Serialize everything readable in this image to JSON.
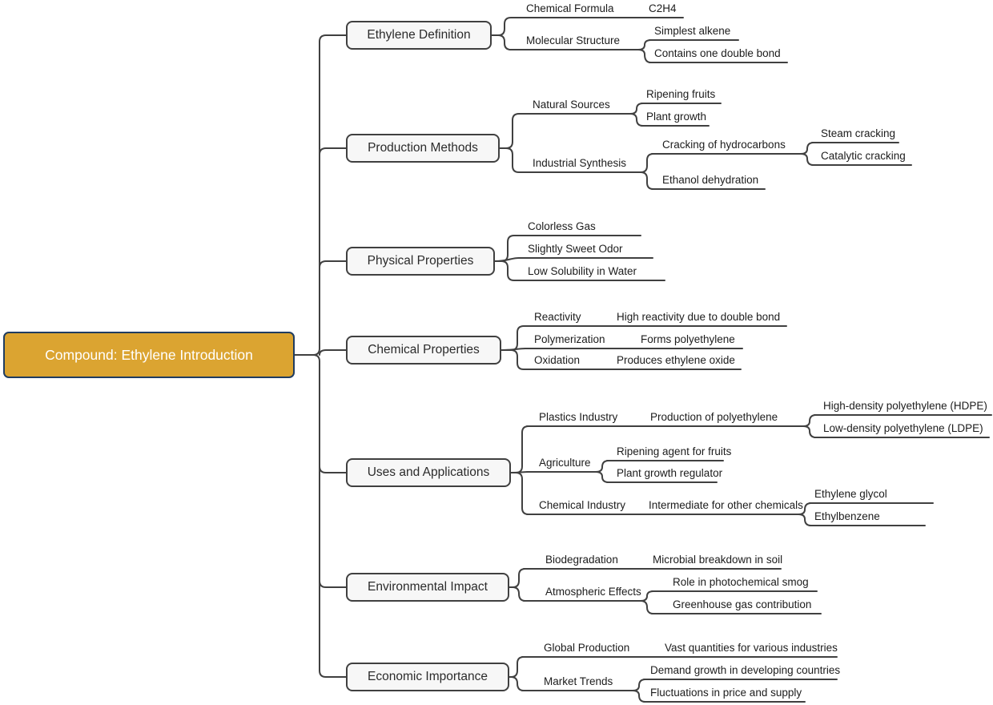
{
  "title": "Compound: Ethylene Introduction mind map",
  "colors": {
    "root_fill": "#dba431",
    "root_border": "#1f3c61",
    "root_text": "#ffffff",
    "topic_fill": "#f7f7f7",
    "topic_border": "#404040",
    "line": "#404040",
    "label_text": "#1c1c1c"
  },
  "root": {
    "label": "Compound: Ethylene Introduction"
  },
  "branches": [
    {
      "label": "Ethylene Definition",
      "children": [
        {
          "label": "Chemical Formula",
          "children": [
            {
              "label": "C2H4"
            }
          ]
        },
        {
          "label": "Molecular Structure",
          "children": [
            {
              "label": "Simplest alkene"
            },
            {
              "label": "Contains one double bond"
            }
          ]
        }
      ]
    },
    {
      "label": "Production Methods",
      "children": [
        {
          "label": "Natural Sources",
          "children": [
            {
              "label": "Ripening fruits"
            },
            {
              "label": "Plant growth"
            }
          ]
        },
        {
          "label": "Industrial Synthesis",
          "children": [
            {
              "label": "Cracking of hydrocarbons",
              "children": [
                {
                  "label": "Steam cracking"
                },
                {
                  "label": "Catalytic cracking"
                }
              ]
            },
            {
              "label": "Ethanol dehydration"
            }
          ]
        }
      ]
    },
    {
      "label": "Physical Properties",
      "children": [
        {
          "label": "Colorless Gas"
        },
        {
          "label": "Slightly Sweet Odor"
        },
        {
          "label": "Low Solubility in Water"
        }
      ]
    },
    {
      "label": "Chemical Properties",
      "children": [
        {
          "label": "Reactivity",
          "children": [
            {
              "label": "High reactivity due to double bond"
            }
          ]
        },
        {
          "label": "Polymerization",
          "children": [
            {
              "label": "Forms polyethylene"
            }
          ]
        },
        {
          "label": "Oxidation",
          "children": [
            {
              "label": "Produces ethylene oxide"
            }
          ]
        }
      ]
    },
    {
      "label": "Uses and Applications",
      "children": [
        {
          "label": "Plastics Industry",
          "children": [
            {
              "label": "Production of polyethylene",
              "children": [
                {
                  "label": "High-density polyethylene (HDPE)"
                },
                {
                  "label": "Low-density polyethylene (LDPE)"
                }
              ]
            }
          ]
        },
        {
          "label": "Agriculture",
          "children": [
            {
              "label": "Ripening agent for fruits"
            },
            {
              "label": "Plant growth regulator"
            }
          ]
        },
        {
          "label": "Chemical Industry",
          "children": [
            {
              "label": "Intermediate for other chemicals",
              "children": [
                {
                  "label": "Ethylene glycol"
                },
                {
                  "label": "Ethylbenzene"
                }
              ]
            }
          ]
        }
      ]
    },
    {
      "label": "Environmental Impact",
      "children": [
        {
          "label": "Biodegradation",
          "children": [
            {
              "label": "Microbial breakdown in soil"
            }
          ]
        },
        {
          "label": "Atmospheric Effects",
          "children": [
            {
              "label": "Role in photochemical smog"
            },
            {
              "label": "Greenhouse gas contribution"
            }
          ]
        }
      ]
    },
    {
      "label": "Economic Importance",
      "children": [
        {
          "label": "Global Production",
          "children": [
            {
              "label": "Vast quantities for various industries"
            }
          ]
        },
        {
          "label": "Market Trends",
          "children": [
            {
              "label": "Demand growth in developing countries"
            },
            {
              "label": "Fluctuations in price and supply"
            }
          ]
        }
      ]
    }
  ]
}
